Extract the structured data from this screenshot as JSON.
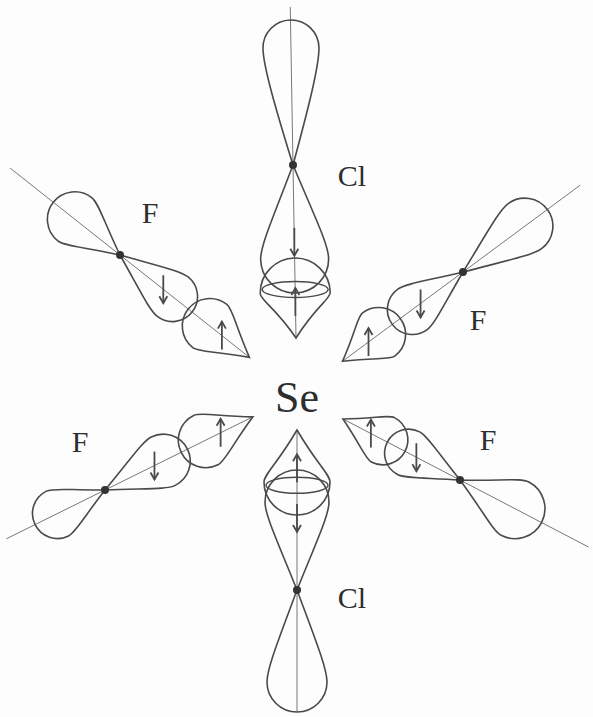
{
  "diagram": {
    "labels": [
      "Cl",
      "F",
      "F",
      "Se",
      "F",
      "F",
      "Cl"
    ]
  }
}
